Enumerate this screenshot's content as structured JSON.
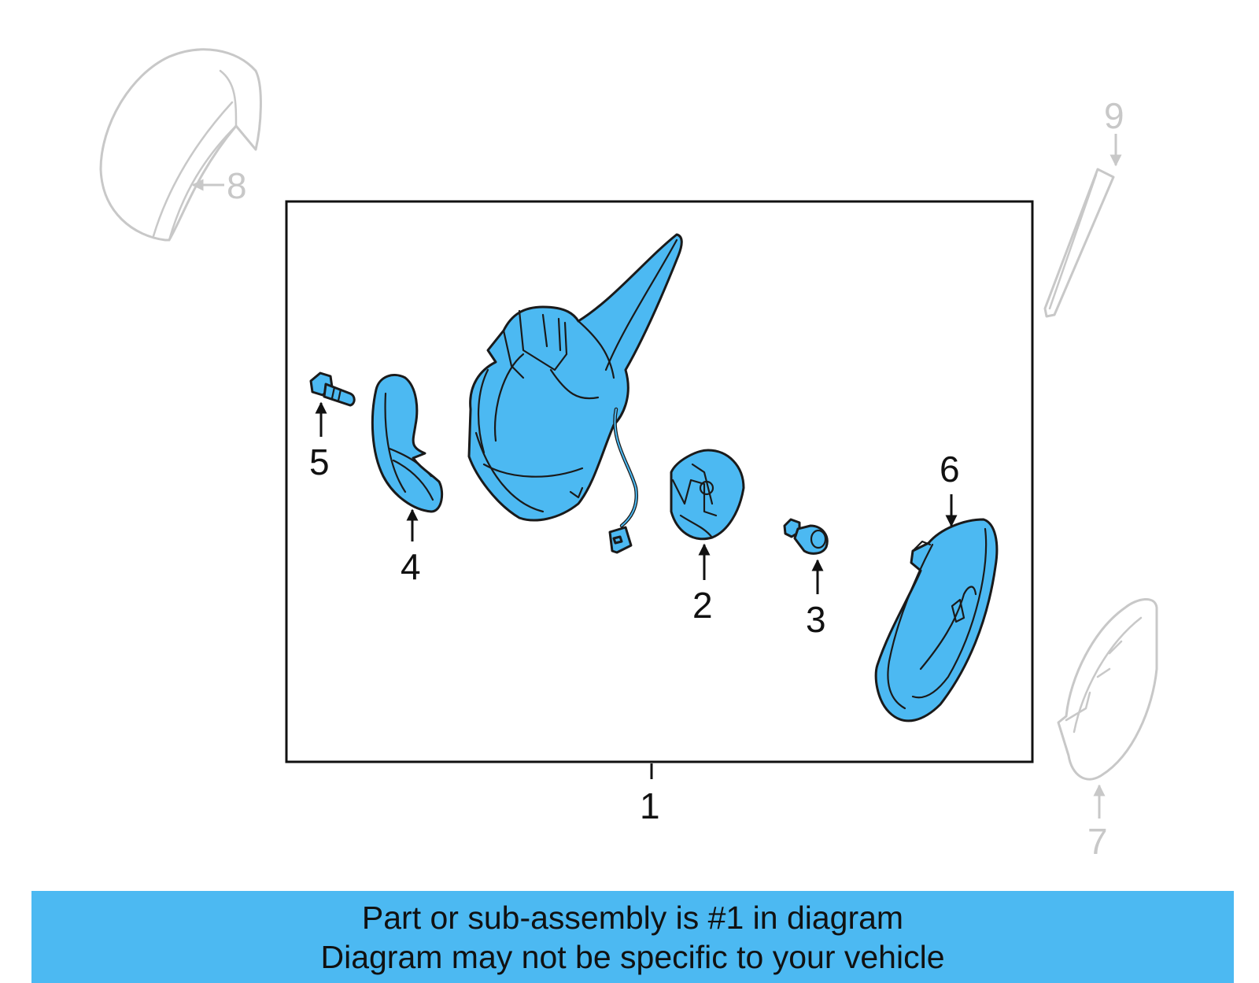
{
  "callouts": {
    "c1": "1",
    "c2": "2",
    "c3": "3",
    "c4": "4",
    "c5": "5",
    "c6": "6",
    "c7": "7",
    "c8": "8",
    "c9": "9"
  },
  "banner": {
    "line1": "Part or sub-assembly is #1 in diagram",
    "line2": "Diagram may not be specific to your vehicle"
  },
  "colors": {
    "highlight": "#4cb9f2",
    "ghost_parts": "#c8c8c8"
  }
}
